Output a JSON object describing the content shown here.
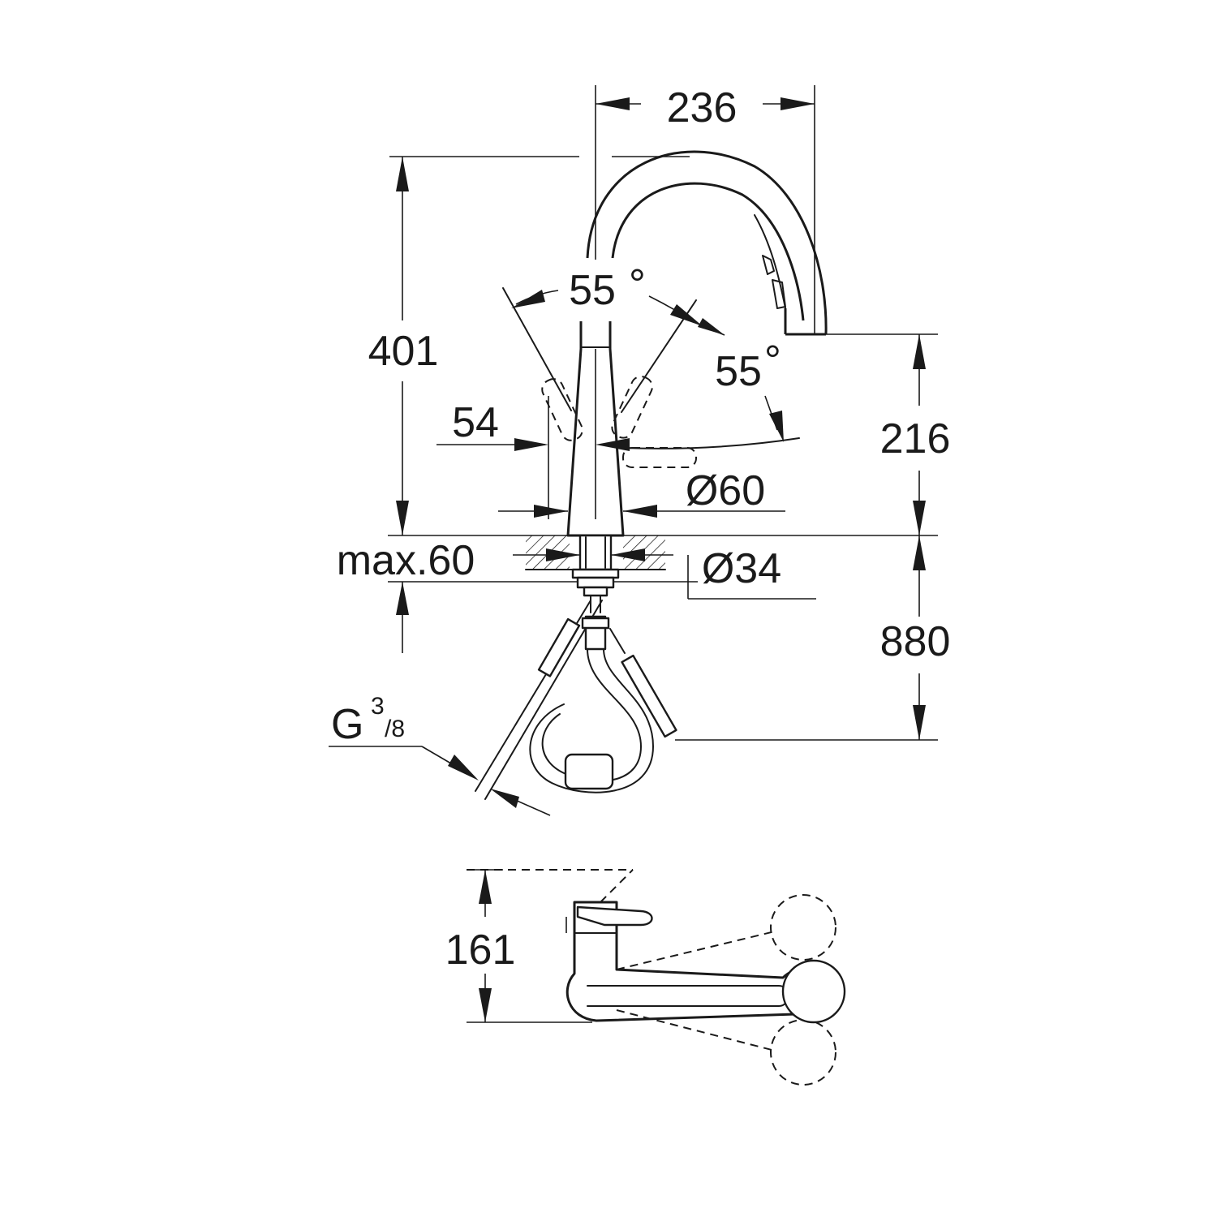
{
  "dimensions": {
    "spout_reach": "236",
    "total_height": "401",
    "handle_swing_left": "55",
    "handle_swing_right": "55",
    "degree_symbol": "°",
    "lever_offset": "54",
    "spout_height": "216",
    "base_diameter": "Ø60",
    "max_deck_thickness": "max.60",
    "hole_diameter": "Ø34",
    "hose_length": "880",
    "connection_g": "G",
    "connection_num": "3",
    "connection_den": "/8",
    "top_view_depth": "161"
  },
  "colors": {
    "line": "#1a1a1a",
    "background": "#ffffff"
  }
}
